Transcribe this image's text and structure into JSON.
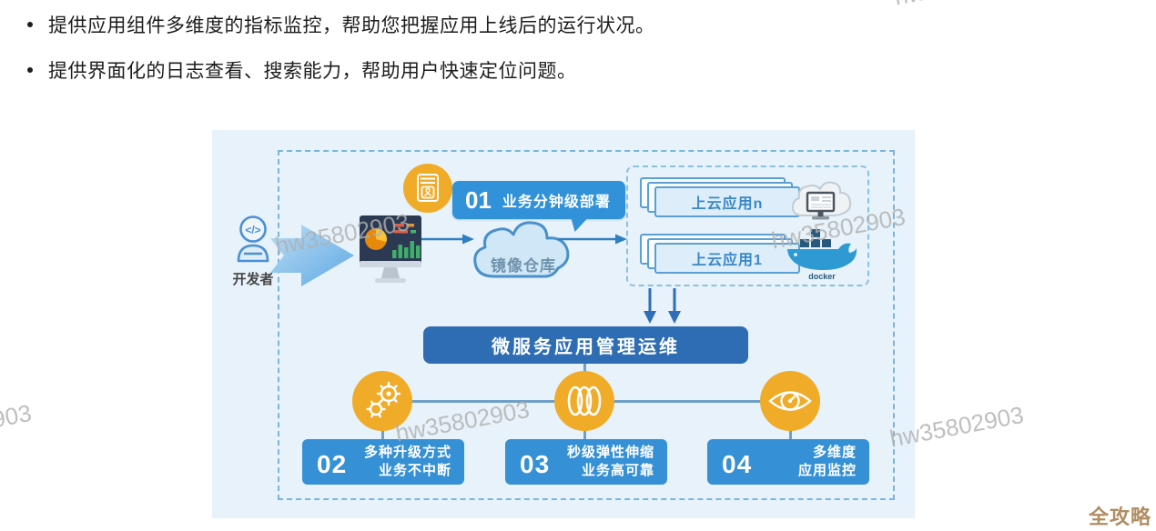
{
  "bullets": [
    "提供应用组件多维度的指标监控，帮助您把握应用上线后的运行状况。",
    "提供界面化的日志查看、搜索能力，帮助用户快速定位问题。"
  ],
  "diagram": {
    "developer_label": "开发者",
    "flow": {
      "registry_cloud_label": "镜像仓库",
      "step1_number": "01",
      "step1_label": "业务分钟级部署",
      "app_card_n": "上云应用n",
      "app_card_1": "上云应用1",
      "docker_label": "docker"
    },
    "banner_label": "微服务应用管理运维",
    "features": [
      {
        "number": "02",
        "line1": "多种升级方式",
        "line2": "业务不中断",
        "icon": "gears-icon"
      },
      {
        "number": "03",
        "line1": "秒级弹性伸缩",
        "line2": "业务高可靠",
        "icon": "spring-icon"
      },
      {
        "number": "04",
        "line1": "多维度",
        "line2": "应用监控",
        "icon": "eye-gauge-icon"
      }
    ]
  },
  "watermark_text": "hw35802903",
  "badge_text": "全攻略",
  "colors": {
    "diagram_bg": "#e7f2fa",
    "primary_blue": "#3191d9",
    "banner_blue": "#2e6cb4",
    "box_blue": "#3590d5",
    "accent_yellow": "#f0ab28",
    "connector_blue": "#6f9fc9",
    "watermark_gray": "#b0b0b0",
    "badge_gold": "#b08d62"
  }
}
